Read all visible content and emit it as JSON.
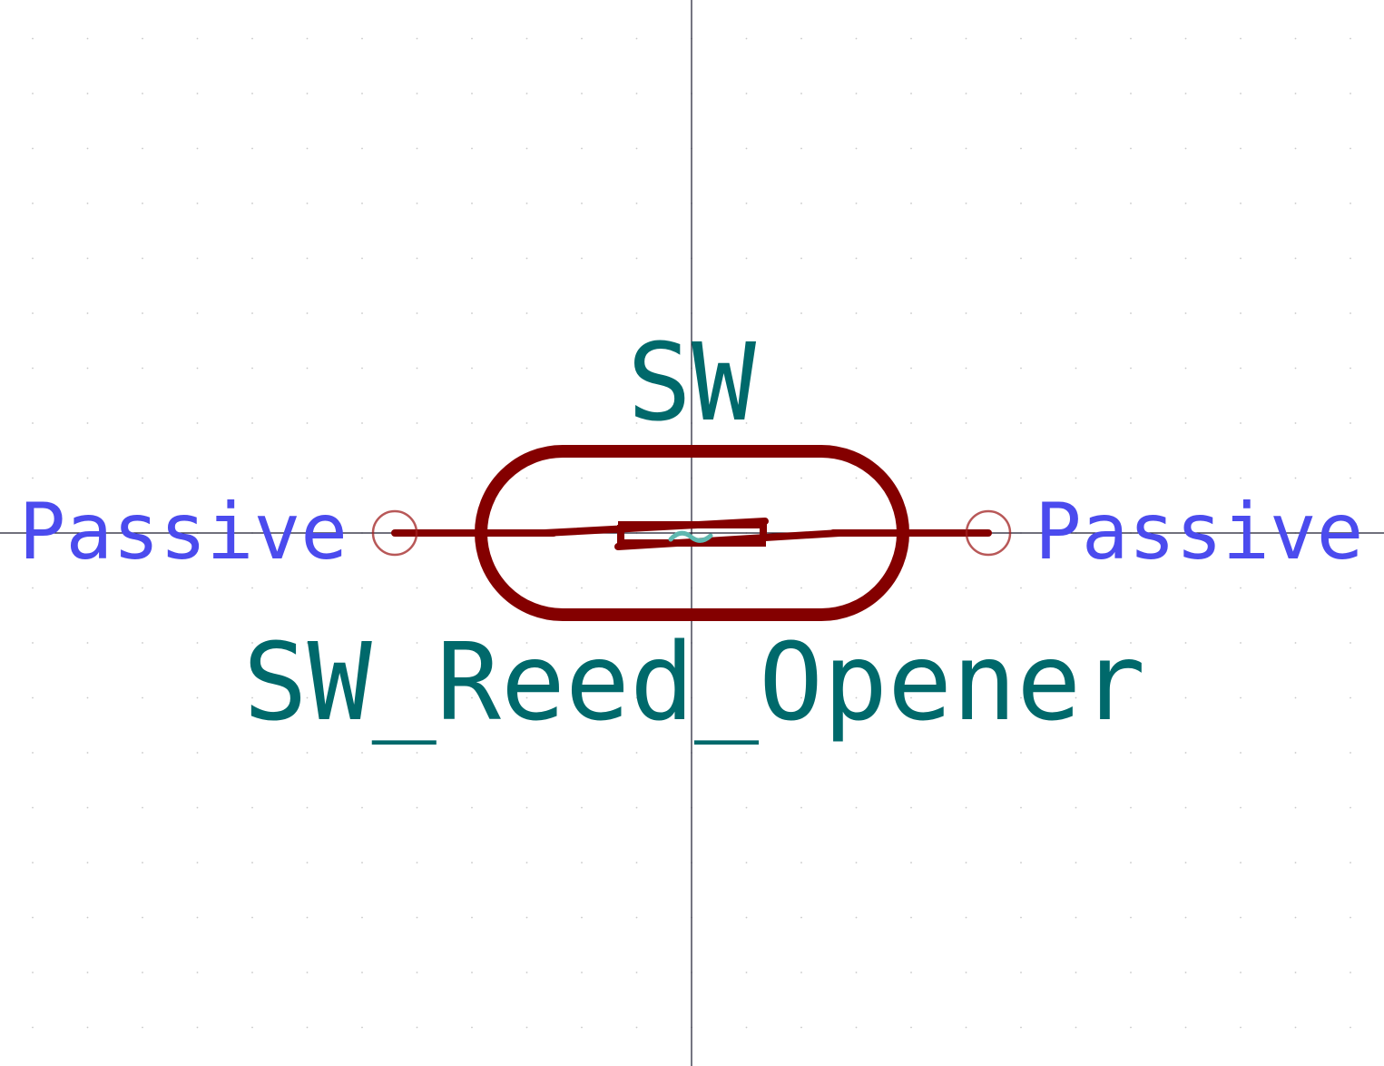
{
  "symbol": {
    "reference": "SW",
    "value": "SW_Reed_Opener",
    "pins": [
      {
        "side": "left",
        "electrical_type": "Passive"
      },
      {
        "side": "right",
        "electrical_type": "Passive"
      }
    ]
  },
  "colors": {
    "background": "#ffffff",
    "body": "#840000",
    "pin_line": "#840000",
    "pin_endpoint": "#a02020",
    "fields": "#00696b",
    "pin_type": "#4b4bee",
    "axis": "#1a1a2e",
    "grid_dot": "#c8c8c8",
    "magnet_symbol": "#5fb8b0"
  },
  "grid": {
    "visible": true,
    "style": "dots"
  },
  "origin_axes": {
    "visible": true
  }
}
